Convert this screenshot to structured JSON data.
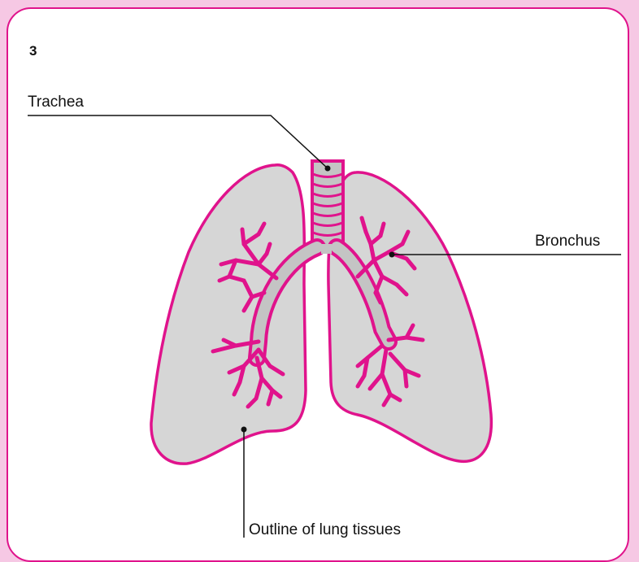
{
  "figure": {
    "number": "3",
    "labels": {
      "trachea": "Trachea",
      "bronchus": "Bronchus",
      "outline": "Outline of lung tissues"
    }
  },
  "colors": {
    "page_background": "#f6c8e4",
    "card_border": "#e0138c",
    "lung_fill": "#d6d6d6",
    "outline_magenta": "#e0138c",
    "airway_grey": "#c4c4c4",
    "leader_line": "#111111"
  }
}
